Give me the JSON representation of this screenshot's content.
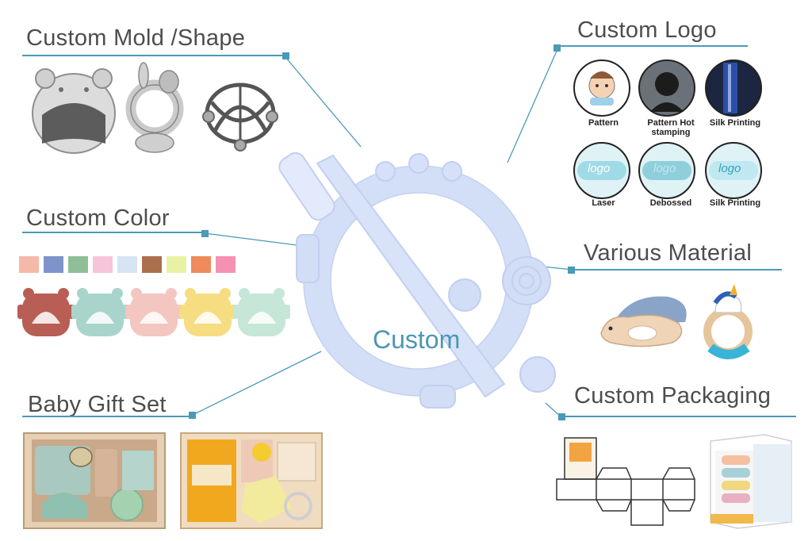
{
  "sections": {
    "mold": {
      "title": "Custom Mold /Shape"
    },
    "logo": {
      "title": "Custom Logo",
      "items": [
        {
          "label": "Pattern"
        },
        {
          "label": "Pattern Hot stamping"
        },
        {
          "label": "Silk Printing"
        },
        {
          "label": "Laser",
          "print": "logo"
        },
        {
          "label": "Debossed",
          "print": "logo"
        },
        {
          "label": "Silk Printing",
          "print": "logo"
        }
      ]
    },
    "color": {
      "title": "Custom Color",
      "swatches": [
        "#f4b9a8",
        "#7e94c9",
        "#8fbf98",
        "#f6c5da",
        "#d6e4f4",
        "#a8714c",
        "#e9f2a4",
        "#ee8a5c",
        "#f592b4"
      ],
      "teether_colors": [
        "#b85e55",
        "#a8d4cc",
        "#f3c6c0",
        "#f6dd82",
        "#c6e6d8"
      ]
    },
    "material": {
      "title": "Various Material"
    },
    "gift": {
      "title": "Baby Gift Set"
    },
    "packaging": {
      "title": "Custom Packaging"
    }
  },
  "center": {
    "label": "Custom"
  },
  "colors": {
    "accent": "#4a9ab8",
    "teether": "#cfdaf6",
    "text": "#4d4d4d"
  }
}
